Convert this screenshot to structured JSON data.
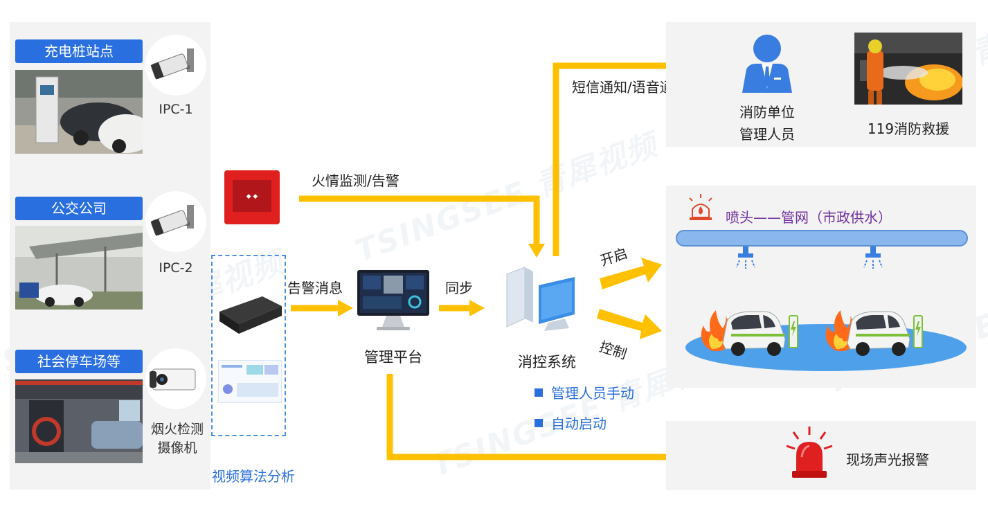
{
  "sources": [
    {
      "tag": "充电桩站点",
      "camera_label": "IPC-1"
    },
    {
      "tag": "公交公司",
      "camera_label": "IPC-2"
    },
    {
      "tag": "社会停车场等",
      "camera_label_line1": "烟火检测",
      "camera_label_line2": "摄像机"
    }
  ],
  "analysis_label": "视频算法分析",
  "flows": {
    "fire_monitor": "火情监测/告警",
    "alarm_msg": "告警消息",
    "sync": "同步",
    "sms_voice": "短信通知/语音通知",
    "open": "开启",
    "control": "控制"
  },
  "platform_label": "管理平台",
  "control_system_label": "消控系统",
  "control_modes": [
    "管理人员手动",
    "自动启动"
  ],
  "fire_unit": {
    "line1": "消防单位",
    "line2": "管理人员"
  },
  "rescue_label": "119消防救援",
  "sprinkler_label": "喷头——管网（市政供水）",
  "alarm_label": "现场声光报警",
  "watermark": "TSINGSEE 青犀视频",
  "colors": {
    "accent_blue": "#2a6fe0",
    "arrow_yellow": "#ffc000",
    "sprinkler_text": "#7030a0",
    "alarm_red": "#e02020"
  },
  "icons": [
    "camera-icon",
    "bullet-camera-icon",
    "alarm-button-icon",
    "edge-box-icon",
    "monitor-icon",
    "computer-icon",
    "person-icon",
    "firefighter-icon",
    "sprinkler-icon",
    "siren-icon",
    "fire-icon",
    "ev-car-icon"
  ]
}
